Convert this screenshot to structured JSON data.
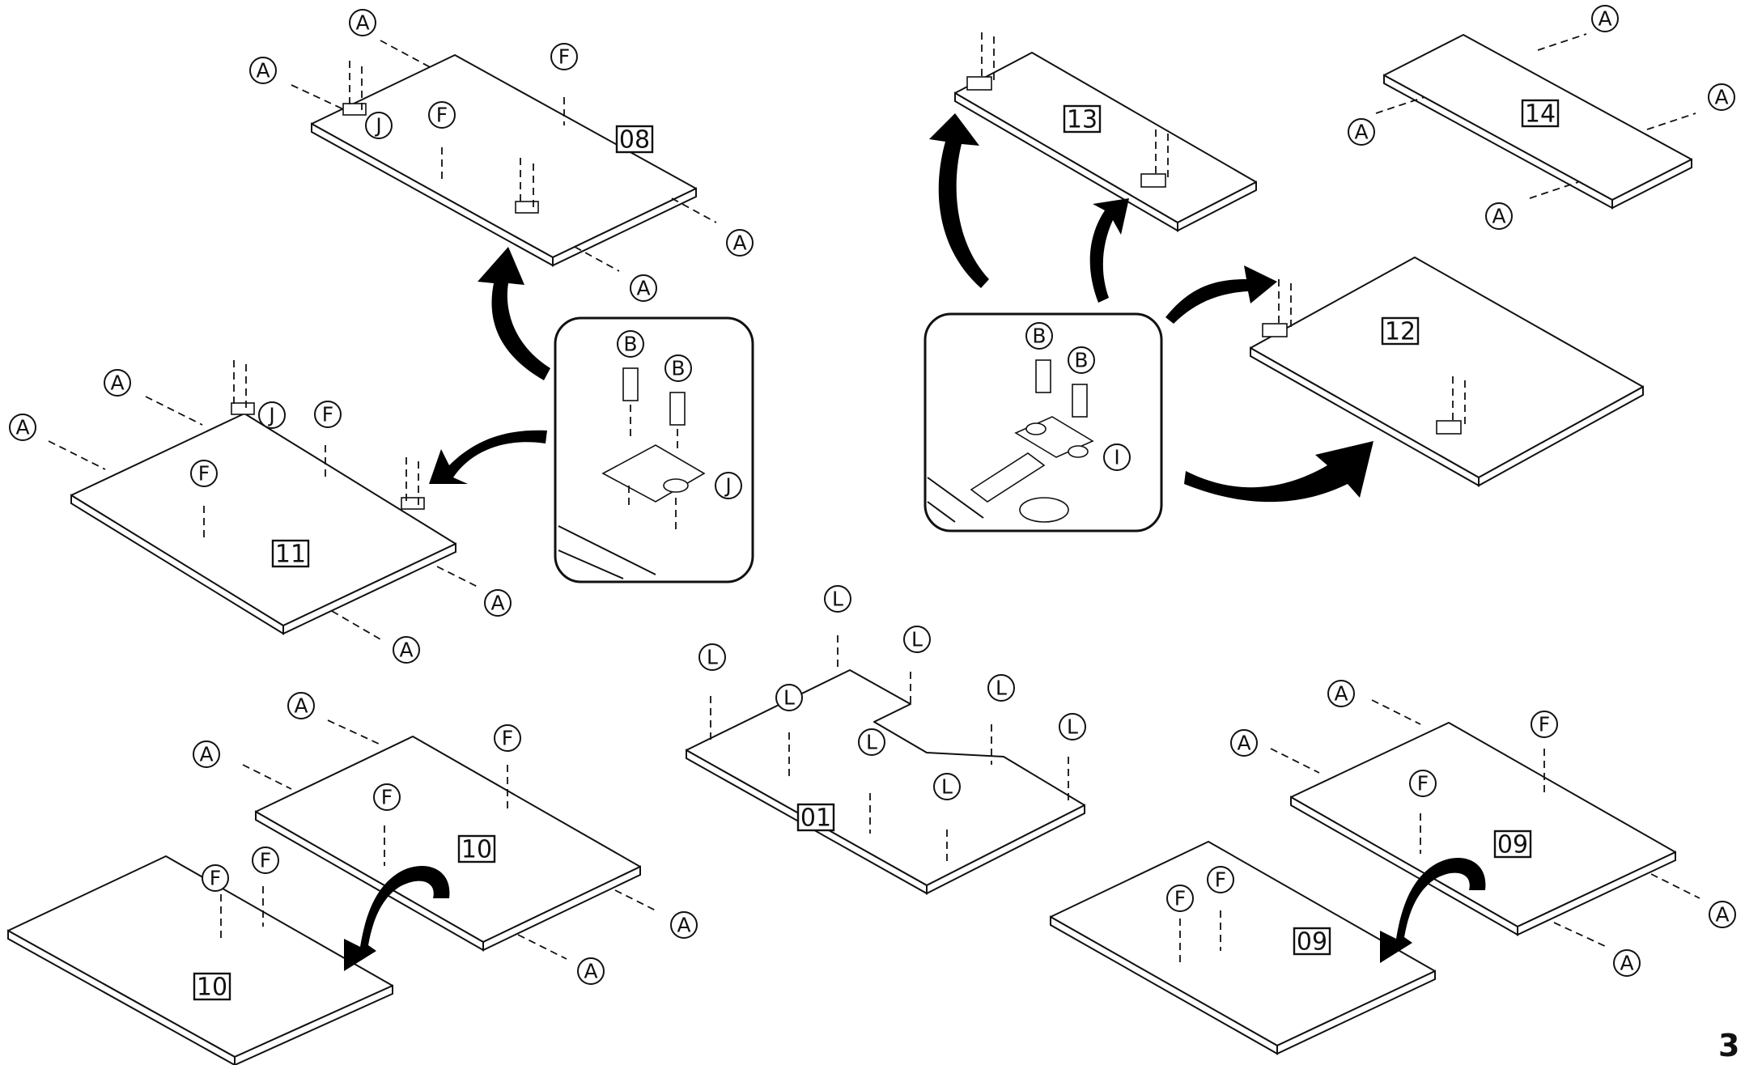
{
  "page_number": "3",
  "panels": {
    "p08": "08",
    "p11": "11",
    "p10a": "10",
    "p10b": "10",
    "p01": "01",
    "p13": "13",
    "p14": "14",
    "p12": "12",
    "p09a": "09",
    "p09b": "09"
  },
  "parts": {
    "dowel": "A",
    "hinge_screw": "B",
    "cam": "F",
    "hinge": "I",
    "hinge_plate": "J",
    "leg": "L"
  },
  "icons": {
    "curved_arrow": "curved-arrow-icon",
    "dowel": "dowel-icon",
    "screw": "screw-icon",
    "hinge": "hinge-icon"
  },
  "colors": {
    "line": "#111111",
    "background": "#ffffff"
  }
}
